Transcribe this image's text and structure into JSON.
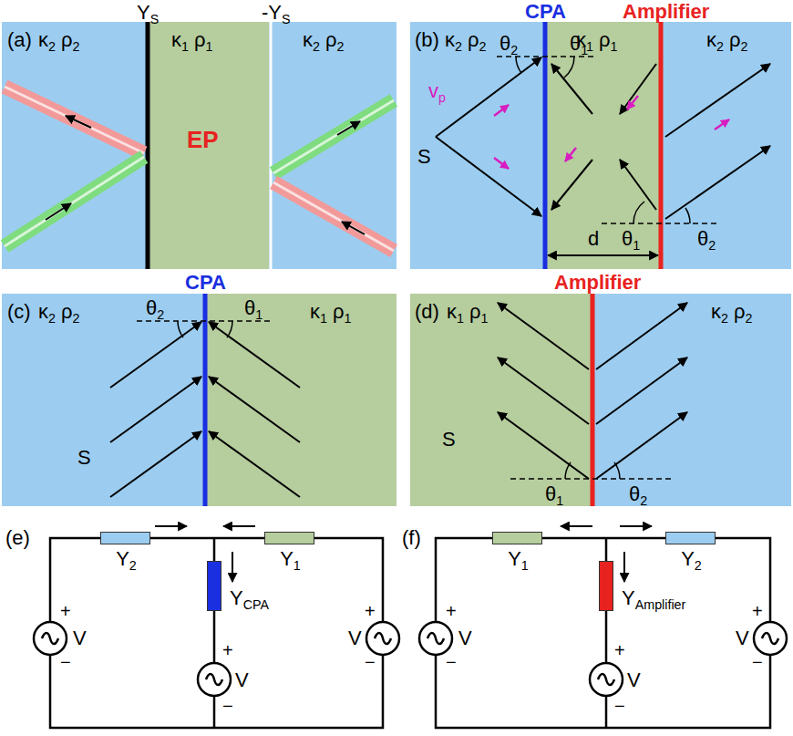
{
  "diagram": {
    "nodes": [
      {
        "text": [
          "Y2"
        ]
      },
      {
        "text": [
          "Y1"
        ]
      },
      {
        "text": [
          "YCPA"
        ]
      },
      {
        "text": [
          "Y1"
        ]
      },
      {
        "text": [
          "YAmplifier"
        ]
      },
      {
        "text": [
          "Y2"
        ]
      }
    ],
    "labels": [
      "YS",
      "-YS",
      "(a)",
      "κ2 ρ2",
      "κ1 ρ1",
      "κ2 ρ2",
      "EP",
      "CPA",
      "Amplifier",
      "(b)",
      "κ2 ρ2",
      "κ1 ρ1",
      "κ2 ρ2",
      "θ2",
      "θ1",
      "S",
      "vp",
      "d",
      "θ1",
      "θ2",
      "CPA",
      "(c)",
      "κ2 ρ2",
      "κ1 ρ1",
      "θ2",
      "θ1",
      "S",
      "Amplifier",
      "(d)",
      "κ1 ρ1",
      "κ2 ρ2",
      "S",
      "θ1",
      "θ2",
      "(e)",
      "+",
      "V",
      "−",
      "+",
      "V",
      "−",
      "+",
      "V",
      "−",
      "(f)",
      "+",
      "V",
      "−",
      "+",
      "V",
      "−",
      "+",
      "V",
      "−"
    ]
  }
}
